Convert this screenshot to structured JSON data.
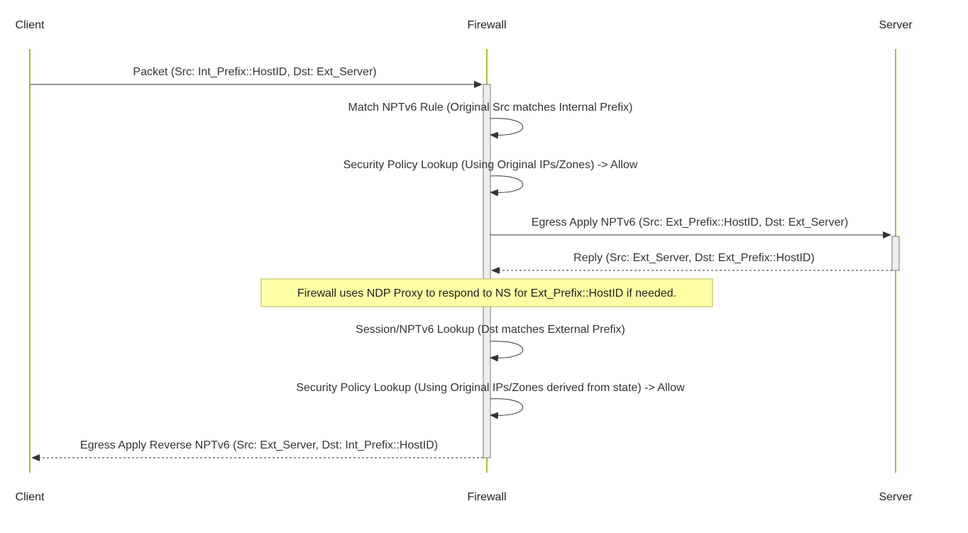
{
  "participants": {
    "client": "Client",
    "firewall": "Firewall",
    "server": "Server"
  },
  "messages": [
    {
      "id": "packet",
      "label": "Packet (Src: Int_Prefix::HostID, Dst: Ext_Server)",
      "from": "client",
      "to": "firewall",
      "style": "solid"
    },
    {
      "id": "match-nptv6-rule",
      "label": "Match NPTv6 Rule (Original Src matches Internal Prefix)",
      "from": "firewall",
      "to": "firewall",
      "style": "solid"
    },
    {
      "id": "security-policy-lookup-1",
      "label": "Security Policy Lookup (Using Original IPs/Zones) -> Allow",
      "from": "firewall",
      "to": "firewall",
      "style": "solid"
    },
    {
      "id": "egress-apply-nptv6",
      "label": "Egress Apply NPTv6 (Src: Ext_Prefix::HostID, Dst: Ext_Server)",
      "from": "firewall",
      "to": "server",
      "style": "solid"
    },
    {
      "id": "reply",
      "label": "Reply (Src: Ext_Server, Dst: Ext_Prefix::HostID)",
      "from": "server",
      "to": "firewall",
      "style": "dashed"
    },
    {
      "id": "session-nptv6-lookup",
      "label": "Session/NPTv6 Lookup (Dst matches External Prefix)",
      "from": "firewall",
      "to": "firewall",
      "style": "solid"
    },
    {
      "id": "security-policy-lookup-2",
      "label": "Security Policy Lookup (Using Original IPs/Zones derived from state) -> Allow",
      "from": "firewall",
      "to": "firewall",
      "style": "solid"
    },
    {
      "id": "egress-apply-reverse-nptv6",
      "label": "Egress Apply Reverse NPTv6 (Src: Ext_Server, Dst: Int_Prefix::HostID)",
      "from": "firewall",
      "to": "client",
      "style": "dashed"
    }
  ],
  "note": {
    "text": "Firewall uses NDP Proxy to respond to NS for Ext_Prefix::HostID if needed.",
    "over": "firewall"
  },
  "colors": {
    "lifeline": "#9dc733",
    "arrow": "#333333",
    "activation_fill": "#eeeeee",
    "activation_stroke": "#777777",
    "note_fill": "#ffffa5",
    "note_stroke": "#b8b850"
  }
}
